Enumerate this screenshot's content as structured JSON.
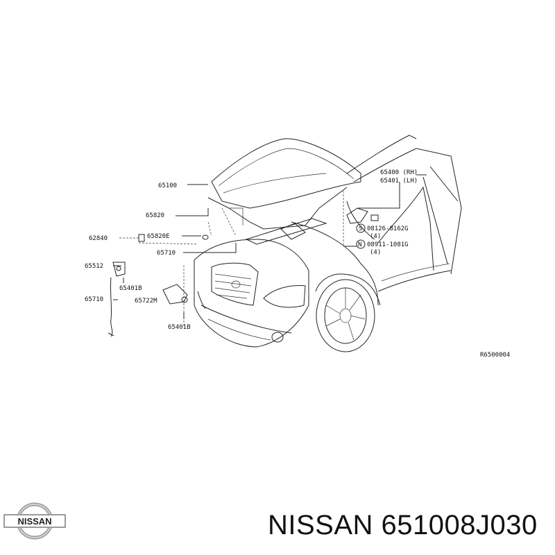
{
  "diagram": {
    "labels": {
      "hood": "65100",
      "hinge_rh": "65400 (RH)",
      "hinge_lh": "65401 (LH)",
      "stay": "65820",
      "stay_clip": "65820E",
      "grommet": "62840",
      "lock": "65710",
      "rod": "65512",
      "bolt_1": "65401B",
      "cable": "65710",
      "release": "65722M",
      "bolt_2": "65401B",
      "screw": "08126-8162G",
      "screw_qty": "(4)",
      "nut": "08911-1081G",
      "nut_qty": "(4)",
      "screw_mark": "S",
      "nut_mark": "N"
    },
    "ref_code": "R6500004"
  },
  "footer": {
    "logo_text": "NISSAN",
    "part_text": "NISSAN 651008J030"
  }
}
